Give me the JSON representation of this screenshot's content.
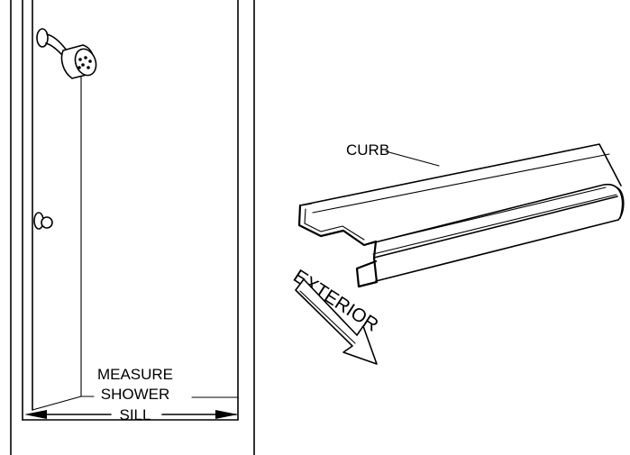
{
  "labels": {
    "measure": "MEASURE",
    "shower": "SHOWER",
    "sill": "SILL",
    "curb": "CURB",
    "exterior": "EXTERIOR"
  }
}
